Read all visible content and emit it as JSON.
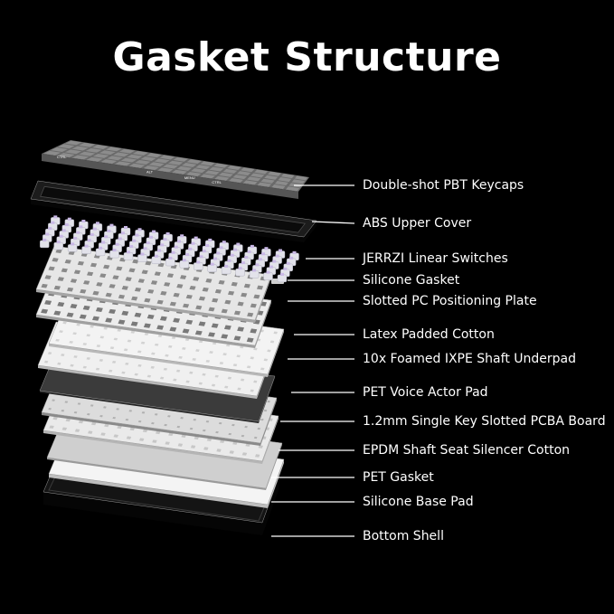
{
  "title": "Gasket Structure",
  "keycap_legends": [
    "CTRL",
    "ALT",
    "MENU",
    "CTRL"
  ],
  "layers": [
    {
      "id": "keycaps",
      "label": "Double-shot PBT Keycaps"
    },
    {
      "id": "upper-cover",
      "label": "ABS Upper Cover"
    },
    {
      "id": "switches",
      "label": "JERRZI Linear Switches"
    },
    {
      "id": "silicone-gasket",
      "label": "Silicone Gasket"
    },
    {
      "id": "positioning-plate",
      "label": "Slotted PC Positioning Plate"
    },
    {
      "id": "latex-cotton",
      "label": "Latex Padded Cotton"
    },
    {
      "id": "ixpe-underpad",
      "label": "10x Foamed IXPE Shaft Underpad"
    },
    {
      "id": "voice-pad",
      "label": "PET Voice Actor Pad"
    },
    {
      "id": "pcba",
      "label": "1.2mm Single Key Slotted PCBA Board"
    },
    {
      "id": "epdm-cotton",
      "label": "EPDM Shaft Seat Silencer Cotton"
    },
    {
      "id": "pet-gasket",
      "label": "PET Gasket"
    },
    {
      "id": "base-pad",
      "label": "Silicone Base Pad"
    },
    {
      "id": "bottom-shell",
      "label": "Bottom Shell"
    }
  ],
  "colors": {
    "background": "#000000",
    "text": "#ffffff",
    "leader": "#ffffff",
    "keycap": "#8c8c8c",
    "cover": "#1c1c1c",
    "switch": "#e2e2ea",
    "plate": "#ececec",
    "pcb": "#dcdcdc",
    "shell": "#141414"
  }
}
